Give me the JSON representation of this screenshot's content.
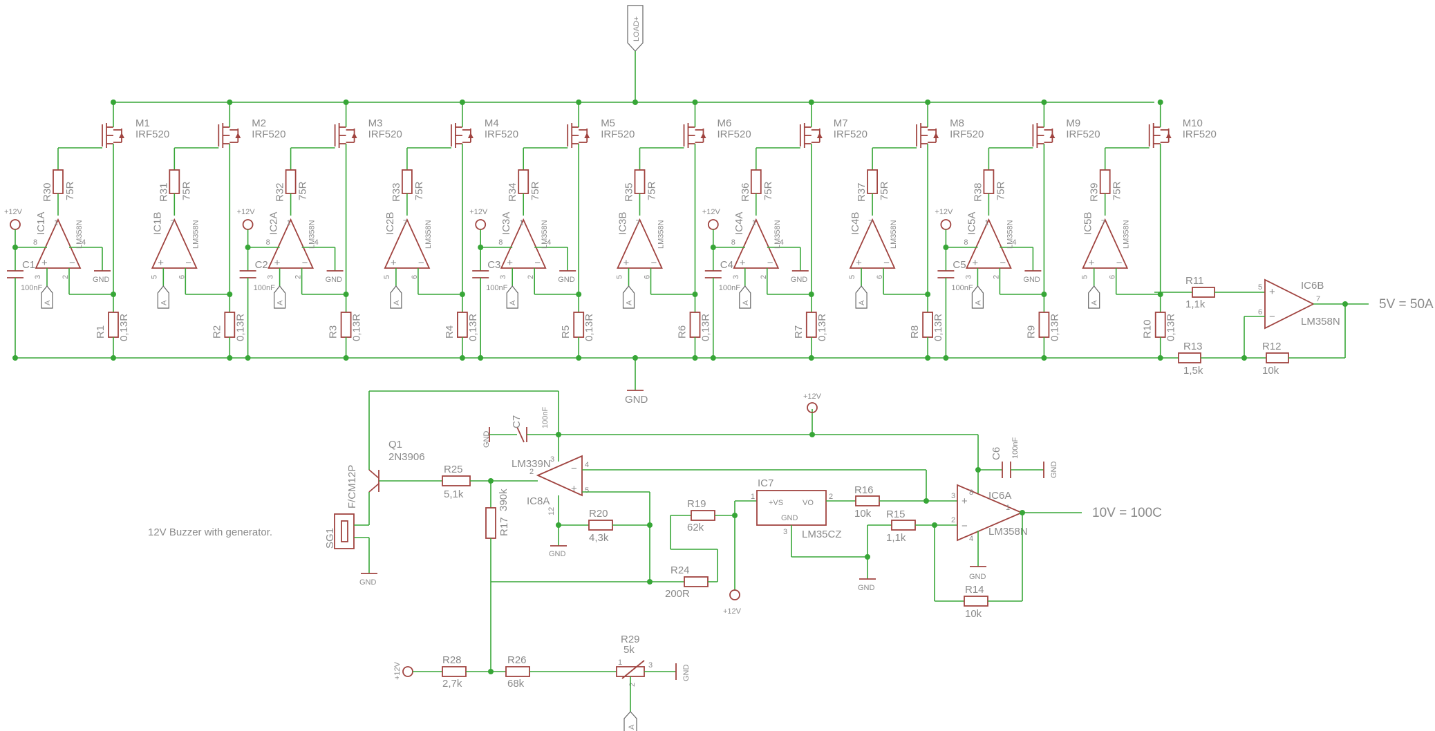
{
  "net_labels": {
    "load": "LOAD+",
    "gnd": "GND",
    "v12": "+12V",
    "a": "A"
  },
  "pin_numbers": {
    "p1": "1",
    "p2": "2",
    "p3": "3",
    "p4": "4",
    "p5": "5",
    "p6": "6",
    "p7": "7",
    "p8": "8",
    "p12": "12"
  },
  "stages": [
    {
      "mosfet": "M1",
      "mosfet_value": "IRF520",
      "gate_res": "R30",
      "sense_res": "R1",
      "opamp": "IC1A",
      "cap": "C1",
      "half": "A"
    },
    {
      "mosfet": "M2",
      "mosfet_value": "IRF520",
      "gate_res": "R31",
      "sense_res": "R2",
      "opamp": "IC1B",
      "half": "B"
    },
    {
      "mosfet": "M3",
      "mosfet_value": "IRF520",
      "gate_res": "R32",
      "sense_res": "R3",
      "opamp": "IC2A",
      "cap": "C2",
      "half": "A"
    },
    {
      "mosfet": "M4",
      "mosfet_value": "IRF520",
      "gate_res": "R33",
      "sense_res": "R4",
      "opamp": "IC2B",
      "half": "B"
    },
    {
      "mosfet": "M5",
      "mosfet_value": "IRF520",
      "gate_res": "R34",
      "sense_res": "R5",
      "opamp": "IC3A",
      "cap": "C3",
      "half": "A"
    },
    {
      "mosfet": "M6",
      "mosfet_value": "IRF520",
      "gate_res": "R35",
      "sense_res": "R6",
      "opamp": "IC3B",
      "half": "B"
    },
    {
      "mosfet": "M7",
      "mosfet_value": "IRF520",
      "gate_res": "R36",
      "sense_res": "R7",
      "opamp": "IC4A",
      "cap": "C4",
      "half": "A"
    },
    {
      "mosfet": "M8",
      "mosfet_value": "IRF520",
      "gate_res": "R37",
      "sense_res": "R8",
      "opamp": "IC4B",
      "half": "B"
    },
    {
      "mosfet": "M9",
      "mosfet_value": "IRF520",
      "gate_res": "R38",
      "sense_res": "R9",
      "opamp": "IC5A",
      "cap": "C5",
      "half": "A"
    },
    {
      "mosfet": "M10",
      "mosfet_value": "IRF520",
      "gate_res": "R39",
      "sense_res": "R10",
      "opamp": "IC5B",
      "half": "B"
    }
  ],
  "stage_values": {
    "gate_res": "75R",
    "sense_res": "0,13R",
    "opamp": "LM358N",
    "cap": "100nF"
  },
  "current_amp": {
    "opamp": "IC6B",
    "opamp_value": "LM358N",
    "r11": "R11",
    "r11_value": "1,1k",
    "r12": "R12",
    "r12_value": "10k",
    "r13": "R13",
    "r13_value": "1,5k",
    "output_label": "5V = 50A"
  },
  "temperature": {
    "sensor": "IC7",
    "sensor_value": "LM35CZ",
    "sensor_pins": {
      "vs": "+VS",
      "vo": "VO",
      "gnd": "GND"
    },
    "opamp": "IC6A",
    "opamp_value": "LM358N",
    "r14": "R14",
    "r14_value": "10k",
    "r15": "R15",
    "r15_value": "1,1k",
    "r16": "R16",
    "r16_value": "10k",
    "c6": "C6",
    "c6_value": "100nF",
    "output_label": "10V = 100C"
  },
  "alarm": {
    "comparator": "IC8A",
    "comparator_value": "LM339N",
    "c7": "C7",
    "c7_value": "100nF",
    "transistor": "Q1",
    "transistor_value": "2N3906",
    "buzzer": "SG1",
    "buzzer_value": "F/CM12P",
    "r17": "R17",
    "r17_value": "390k",
    "r19": "R19",
    "r19_value": "62k",
    "r20": "R20",
    "r20_value": "4,3k",
    "r24": "R24",
    "r24_value": "200R",
    "r25": "R25",
    "r25_value": "5,1k",
    "r26": "R26",
    "r26_value": "68k",
    "r28": "R28",
    "r28_value": "2,7k",
    "pot": "R29",
    "pot_value": "5k",
    "note": "12V Buzzer with generator."
  },
  "colors": {
    "wire": "#37a637",
    "symbol": "#a0433f",
    "text": "#8a8a8a",
    "frame": "#666666"
  }
}
